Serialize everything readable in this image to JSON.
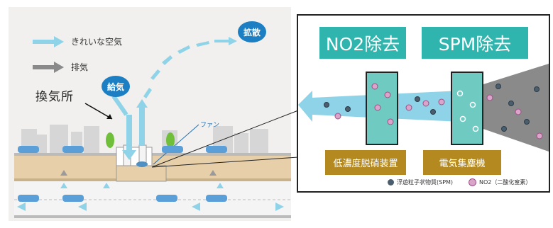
{
  "legend": {
    "clean_air": "きれいな空気",
    "exhaust": "排気"
  },
  "labels": {
    "diffusion": "拡散",
    "supply": "給気",
    "vent_station": "換気所",
    "fan": "ファン"
  },
  "detail": {
    "no2_heading": "NO2除去",
    "spm_heading": "SPM除去",
    "denitration_device": "低濃度脱硝装置",
    "precipitator": "電気集塵機",
    "key_spm": "浮遊粒子状物質(SPM)",
    "key_no2": "NO2（二酸化窒素）"
  },
  "colors": {
    "clean_air": "#8fd3e8",
    "exhaust": "#8a8a8a",
    "accent_blue": "#1c7fc4",
    "filter_teal": "#2fb5ad",
    "device_gold": "#b48a20",
    "ground": "#e7cfa9"
  }
}
